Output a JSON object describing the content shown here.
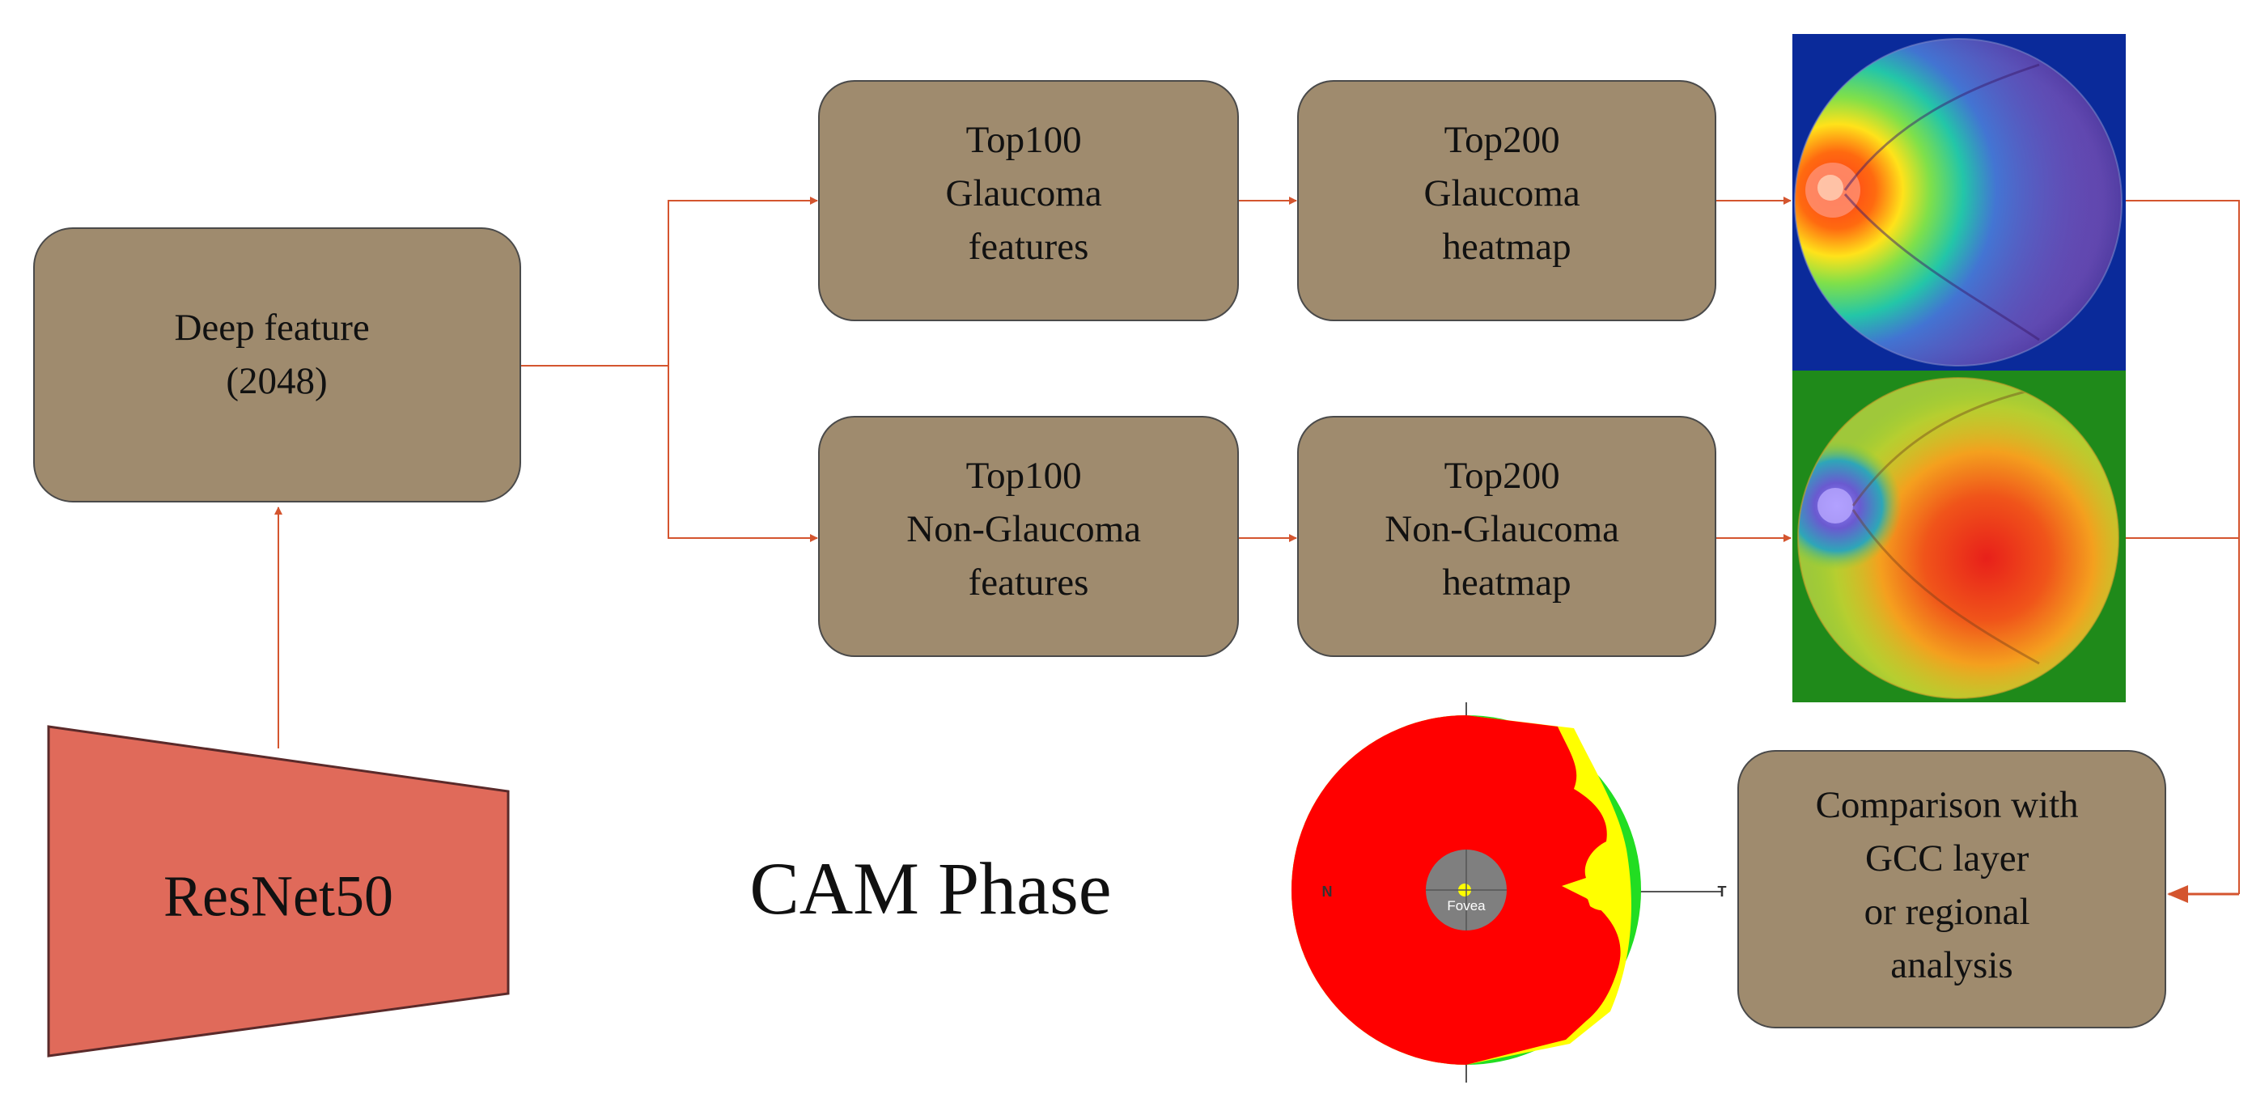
{
  "colors": {
    "box_fill": "#9f8b6e",
    "box_stroke": "#4a4a4a",
    "arrow": "#d4552f",
    "resnet_fill": "#e06a5a",
    "resnet_stroke": "#5a2a2a",
    "map_red": "#ff0000",
    "map_yellow": "#ffff00",
    "map_green": "#22dd22",
    "fovea_gray": "#7f7f7f"
  },
  "icons": {
    "glaucoma_heatmap": "fundus-heatmap-glaucoma",
    "non_glaucoma_heatmap": "fundus-heatmap-non-glaucoma",
    "gcc_map": "gcc-deviation-map"
  },
  "diagram": {
    "title": "CAM Phase",
    "resnet": {
      "label": "ResNet50"
    },
    "deep_feature": {
      "lines": [
        "Deep feature",
        "(2048)"
      ]
    },
    "glaucoma_features": {
      "lines": [
        "Top100",
        "Glaucoma",
        "features"
      ]
    },
    "glaucoma_heatmap": {
      "lines": [
        "Top200",
        "Glaucoma",
        "heatmap"
      ]
    },
    "non_glaucoma_features": {
      "lines": [
        "Top100",
        "Non-Glaucoma",
        "features"
      ]
    },
    "non_glaucoma_heatmap": {
      "lines": [
        "Top200",
        "Non-Glaucoma",
        "heatmap"
      ]
    },
    "comparison": {
      "lines": [
        "Comparison with",
        "GCC layer",
        "or regional",
        "analysis"
      ]
    },
    "gcc_map": {
      "nasal_label": "N",
      "temporal_label": "T",
      "fovea_label": "Fovea"
    }
  }
}
